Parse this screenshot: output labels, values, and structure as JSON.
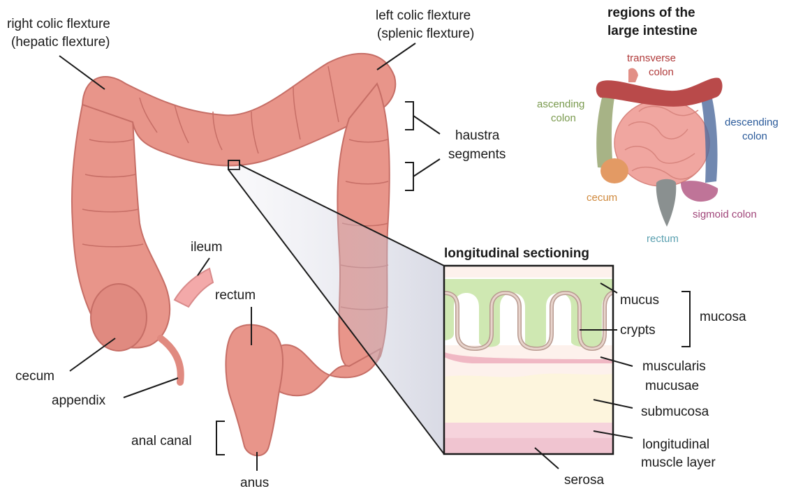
{
  "labels": {
    "right_colic_l1": "right colic flexture",
    "right_colic_l2": "(hepatic flexture)",
    "left_colic_l1": "left colic flexture",
    "left_colic_l2": "(splenic flexture)",
    "haustra_l1": "haustra",
    "haustra_l2": "segments",
    "ileum": "ileum",
    "rectum": "rectum",
    "cecum": "cecum",
    "appendix": "appendix",
    "anal_canal": "anal canal",
    "anus": "anus"
  },
  "inset": {
    "title": "longitudinal sectioning",
    "layers": {
      "mucus": "mucus",
      "crypts": "crypts",
      "mucosa": "mucosa",
      "muscularis_l1": "muscularis",
      "muscularis_l2": "mucusae",
      "submucosa": "submucosa",
      "longitudinal_l1": "longitudinal",
      "longitudinal_l2": "muscle layer",
      "serosa": "serosa"
    }
  },
  "regions": {
    "title_l1": "regions of the",
    "title_l2": "large intestine",
    "transverse_l1": "transverse",
    "transverse_l2": "colon",
    "ascending_l1": "ascending",
    "ascending_l2": "colon",
    "descending_l1": "descending",
    "descending_l2": "colon",
    "cecum": "cecum",
    "sigmoid": "sigmoid colon",
    "rectum": "rectum"
  },
  "colors": {
    "colon_fill": "#e8958a",
    "colon_stroke": "#c66e66",
    "colon_dark": "#d47d74",
    "ileum": "#f3a9a9",
    "mucus": "#cfe8b2",
    "crypt": "#d6b7ac",
    "mucosa_bg": "#fdf1ec",
    "submucosa": "#fdf5dd",
    "muscle": "#f6d3dc",
    "serosa": "#f0c4d0",
    "transverse": "#b94a4a",
    "ascending": "#8a9a5e",
    "descending": "#4e6a9c",
    "cecum_region": "#e39a64",
    "sigmoid": "#b45c86",
    "rectum_region": "#7fa7a7",
    "small_intestine": "#f0a6a0",
    "transverse_text": "#b03a3a",
    "ascending_text": "#7a9a4e",
    "descending_text": "#2a5a9a",
    "cecum_text": "#d08a3e",
    "sigmoid_text": "#a0467a",
    "rectum_text": "#5aa0b0"
  }
}
